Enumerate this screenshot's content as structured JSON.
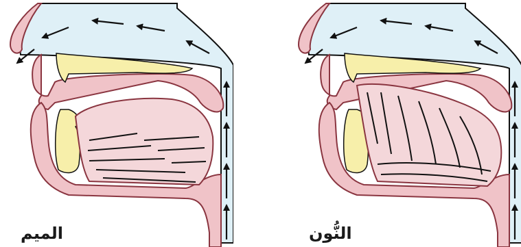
{
  "diagrams": {
    "left": {
      "label": "الميم",
      "closure": "lips",
      "tongue_lines": "horizontal"
    },
    "right": {
      "label": "النُّون",
      "closure": "tongue-tip",
      "tongue_lines": "curved"
    }
  },
  "colors": {
    "airway": "#dff0f7",
    "tissue": "#f0c3c8",
    "tissue_outline": "#8a3540",
    "bone": "#f7efaa",
    "tongue": "#f4d7da",
    "ink": "#111111"
  }
}
